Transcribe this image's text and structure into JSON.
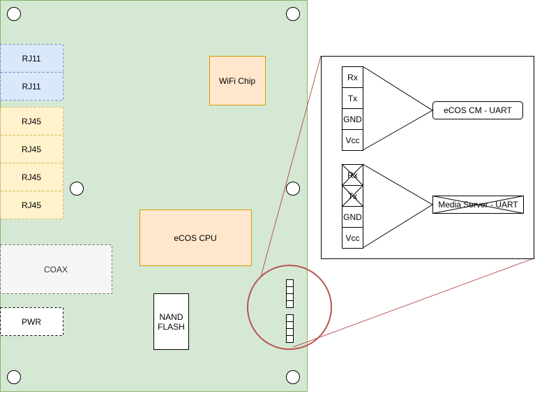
{
  "board": {
    "rj11": [
      "RJ11",
      "RJ11"
    ],
    "rj45": [
      "RJ45",
      "RJ45",
      "RJ45",
      "RJ45"
    ],
    "coax": "COAX",
    "pwr": "PWR",
    "wifi": "WiFi Chip",
    "cpu": "eCOS CPU",
    "nand": [
      "NAND",
      "FLASH"
    ]
  },
  "zoom": {
    "header1": {
      "pins": [
        "Rx",
        "Tx",
        "GND",
        "Vcc"
      ],
      "label": "eCOS CM - UART"
    },
    "header2": {
      "pins": [
        "Rx",
        "Tx",
        "GND",
        "Vcc"
      ],
      "label": "Media Server - UART"
    }
  },
  "colors": {
    "board_fill": "#d5e8d4",
    "board_stroke": "#82b366",
    "rj11_fill": "#dae8fc",
    "rj11_stroke": "#6c8ebf",
    "rj45_fill": "#fff2cc",
    "rj45_stroke": "#d6b656",
    "chip_fill": "#ffe6cc",
    "chip_stroke": "#d79b00",
    "coax_fill": "#f5f5f5",
    "coax_stroke": "#666666",
    "callout": "#b85450"
  }
}
